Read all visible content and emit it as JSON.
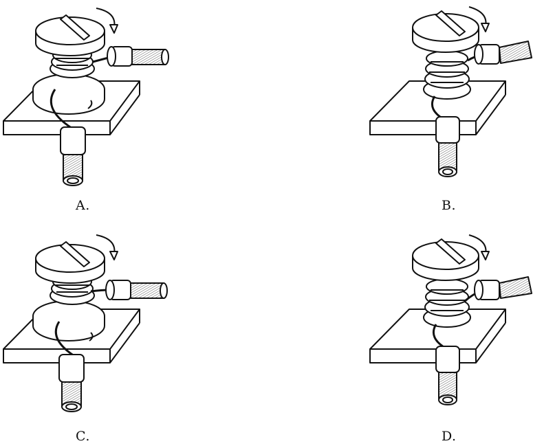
{
  "options": [
    {
      "id": "a",
      "label": "A."
    },
    {
      "id": "b",
      "label": "B."
    },
    {
      "id": "c",
      "label": "C."
    },
    {
      "id": "d",
      "label": "D."
    }
  ],
  "colors": {
    "line": "#111111",
    "fill": "#ffffff",
    "hatch": "#333333"
  },
  "icons": [
    "screw-terminal-icon",
    "rotation-arrow-icon",
    "wire-sleeve-icon"
  ]
}
